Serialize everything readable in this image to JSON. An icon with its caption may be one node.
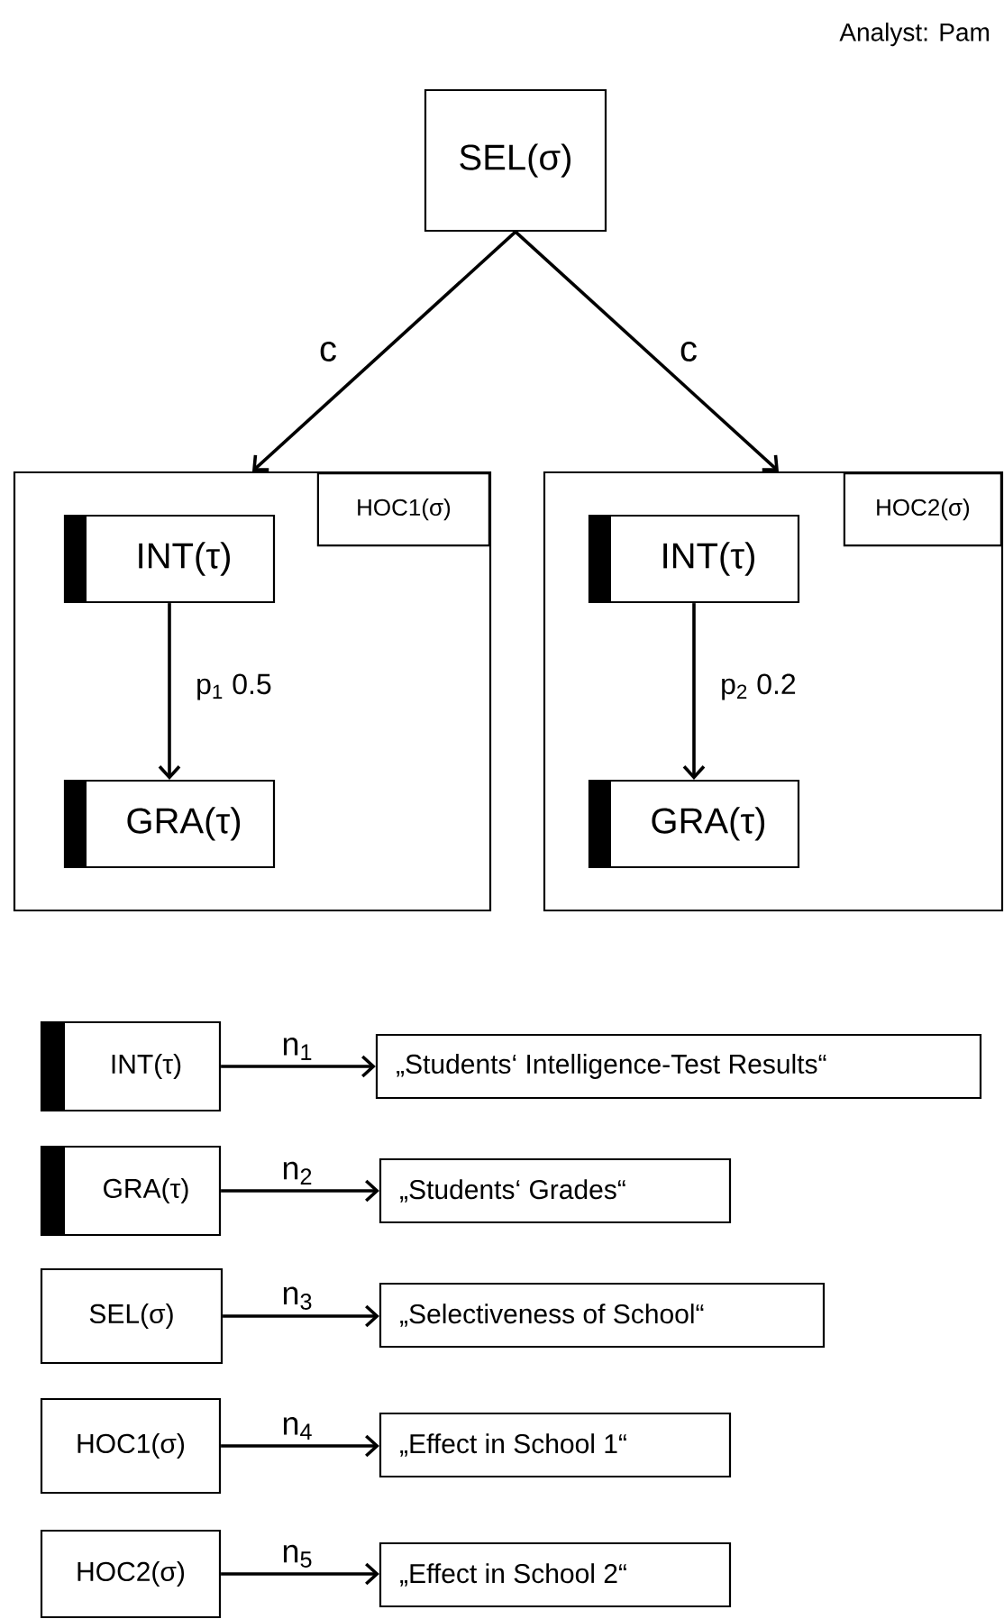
{
  "diagram": {
    "nodes": [
      {
        "text": [
          "SEL(σ)"
        ]
      },
      {
        "text": [
          "HOC1(σ)"
        ]
      },
      {
        "text": [
          "INT(τ)"
        ],
        "in": 1
      },
      {
        "text": [
          "GRA(τ)"
        ],
        "in": 1
      },
      {
        "text": [
          "HOC2(σ)"
        ]
      },
      {
        "text": [
          "INT(τ)"
        ],
        "in": 4
      },
      {
        "text": [
          "GRA(τ)"
        ],
        "in": 4
      },
      {
        "text": [
          "INT(τ)"
        ]
      },
      {
        "text": [
          "„Students‘ Intelligence-Test Results“"
        ]
      },
      {
        "text": [
          "GRA(τ)"
        ]
      },
      {
        "text": [
          "„Students‘ Grades“"
        ]
      },
      {
        "text": [
          "SEL(σ)"
        ]
      },
      {
        "text": [
          "„Selectiveness of School“"
        ]
      },
      {
        "text": [
          "HOC1(σ)"
        ]
      },
      {
        "text": [
          "„Effect in School 1“"
        ]
      },
      {
        "text": [
          "HOC2(σ)"
        ]
      },
      {
        "text": [
          "„Effect in School 2“"
        ]
      }
    ],
    "edges": [
      {
        "from": 0,
        "to": 1,
        "arrow": "to",
        "label": "c"
      },
      {
        "from": 0,
        "to": 4,
        "arrow": "to",
        "label": "c"
      },
      {
        "from": 2,
        "to": 3,
        "arrow": "to",
        "label": "p$_{1}$  0.5"
      },
      {
        "from": 5,
        "to": 6,
        "arrow": "to",
        "label": "p$_{2}$  0.2"
      },
      {
        "from": 7,
        "to": 8,
        "arrow": "to",
        "label": "n$_{1}$"
      },
      {
        "from": 9,
        "to": 10,
        "arrow": "to",
        "label": "n$_{2}$"
      },
      {
        "from": 11,
        "to": 12,
        "arrow": "to",
        "label": "n$_{3}$"
      },
      {
        "from": 13,
        "to": 14,
        "arrow": "to",
        "label": "n$_{4}$"
      },
      {
        "from": 15,
        "to": 16,
        "arrow": "to",
        "label": "n$_{5}$"
      }
    ],
    "labels": [
      "Analyst: Pam"
    ]
  }
}
